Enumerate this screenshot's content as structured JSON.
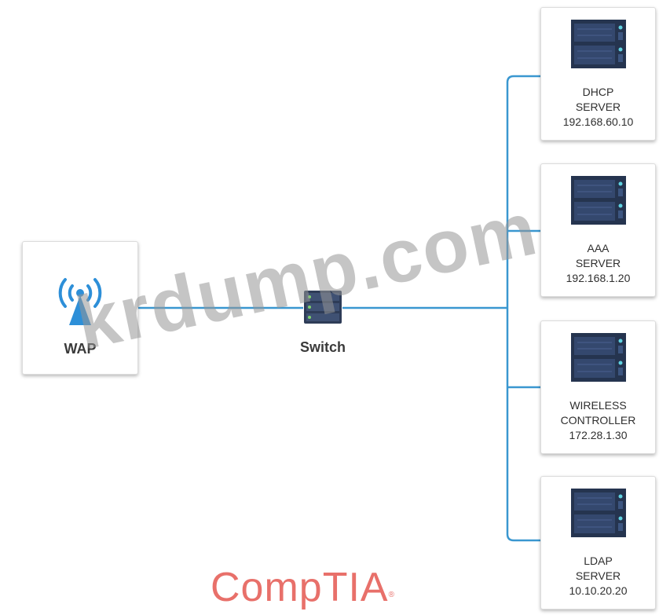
{
  "wap": {
    "label": "WAP"
  },
  "switch": {
    "label": "Switch"
  },
  "servers": [
    {
      "lines": [
        "DHCP",
        "SERVER",
        "192.168.60.10"
      ]
    },
    {
      "lines": [
        "AAA",
        "SERVER",
        "192.168.1.20"
      ]
    },
    {
      "lines": [
        "WIRELESS",
        "CONTROLLER",
        "172.28.1.30"
      ]
    },
    {
      "lines": [
        "LDAP",
        "SERVER",
        "10.10.20.20"
      ]
    }
  ],
  "watermark": "krdump.com",
  "logo": {
    "text": "CompTIA",
    "mark": "®"
  },
  "colors": {
    "wire": "#3a97d0",
    "wap_icon": "#2d8fd8",
    "logo": "#e8706a"
  }
}
